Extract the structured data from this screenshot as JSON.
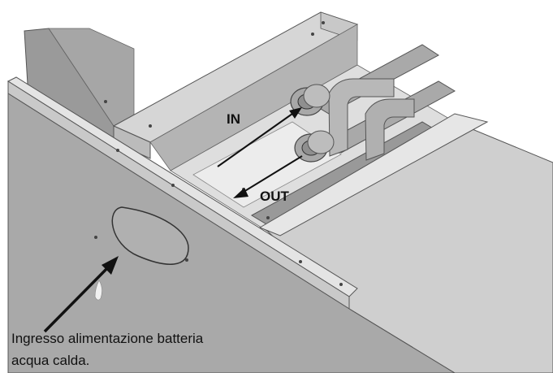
{
  "labels": {
    "inlet": "IN",
    "outlet": "OUT",
    "caption_line1": "Ingresso alimentazione batteria",
    "caption_line2": "acqua calda."
  },
  "colors": {
    "panel_dark": "#9b9b9b",
    "panel_mid": "#b4b4b4",
    "panel_light": "#c8c8c8",
    "panel_pale": "#e2e2e2",
    "edge": "#555555",
    "pipe": "#a8a8a8",
    "arrow": "#111111"
  }
}
